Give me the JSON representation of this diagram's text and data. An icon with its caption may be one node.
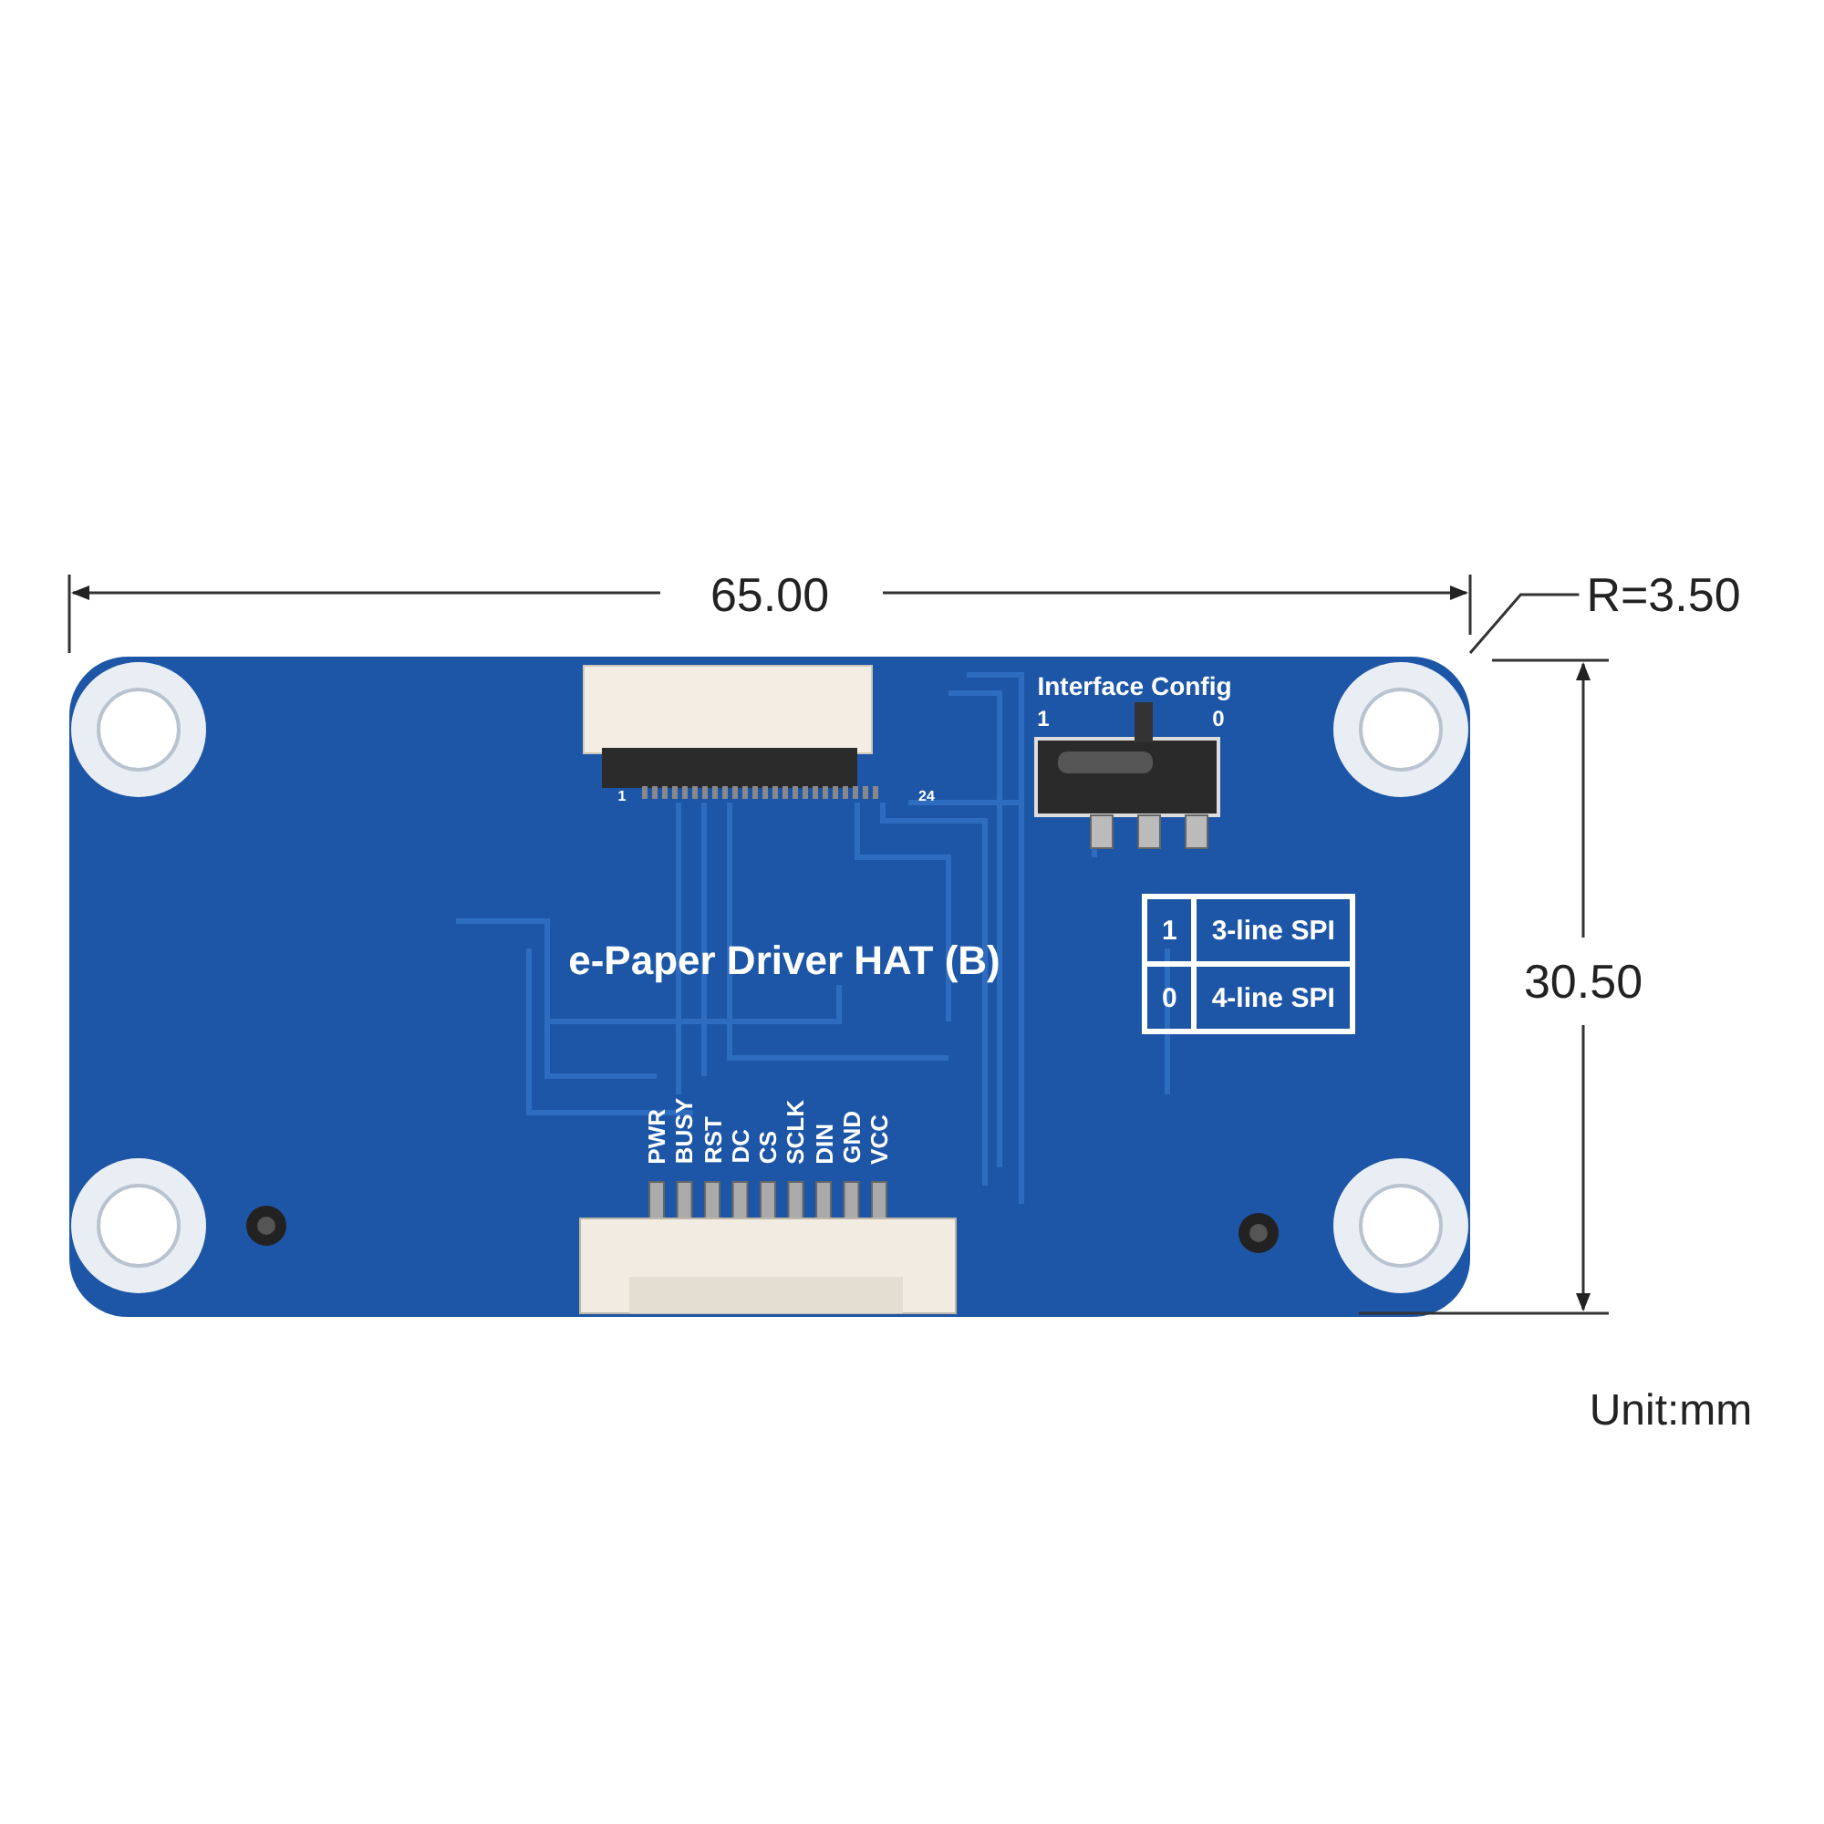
{
  "diagram": {
    "nodes": [
      {
        "text": [
          "R=3.50"
        ]
      },
      {
        "text": [],
        "shape": "picture"
      }
    ],
    "edges": [
      {
        "from": 0,
        "to": 1,
        "arrow": "none"
      }
    ],
    "labels": [
      "65.00",
      "Interface Config",
      "1",
      "0",
      "1",
      "24",
      "1",
      "3-line SPI",
      "e-Paper Driver HAT (B)",
      "30.50",
      "0",
      "4-line SPI",
      "PWR",
      "BUSY",
      "RST",
      "DC",
      "CS",
      "SCLK",
      "DIN",
      "GND",
      "VCC",
      "Unit:mm"
    ]
  }
}
